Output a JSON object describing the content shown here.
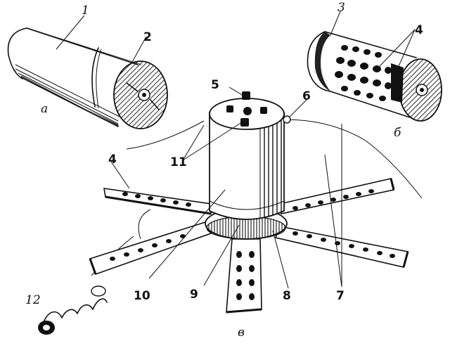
{
  "figure": {
    "callouts": {
      "n1": "1",
      "n2": "2",
      "n3": "3",
      "n4_top": "4",
      "n4_left": "4",
      "n5": "5",
      "n6": "6",
      "n7": "7",
      "n8": "8",
      "n9": "9",
      "n10": "10",
      "n11": "11",
      "n12": "12"
    },
    "panel_labels": {
      "a": "а",
      "b": "б",
      "c": "в"
    }
  }
}
